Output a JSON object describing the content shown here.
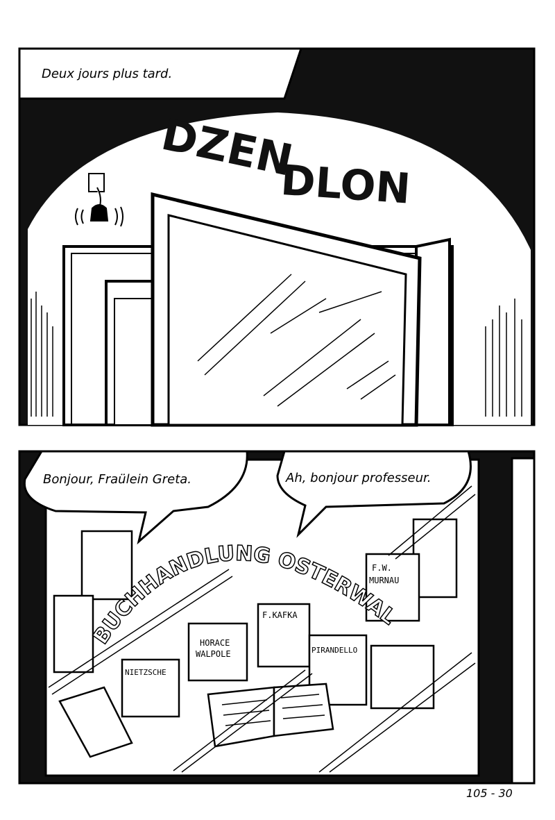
{
  "panel1": {
    "caption": "Deux jours plus tard.",
    "sfx_1": "DZEN",
    "sfx_2": "DLON"
  },
  "panel2": {
    "balloon_left": "Bonjour, Fraülein Greta.",
    "balloon_right": "Ah, bonjour professeur.",
    "shop_sign": "BUCHHANDLUNG OSTERWALDT",
    "books": {
      "murnau_1": "F.W.",
      "murnau_2": "MURNAU",
      "kafka": "F.KAFKA",
      "walpole_1": "HORACE",
      "walpole_2": "WALPOLE",
      "pirandello": "PIRANDELLO",
      "nietzsche": "NIETZSCHE"
    }
  },
  "page_number": "105 - 30"
}
